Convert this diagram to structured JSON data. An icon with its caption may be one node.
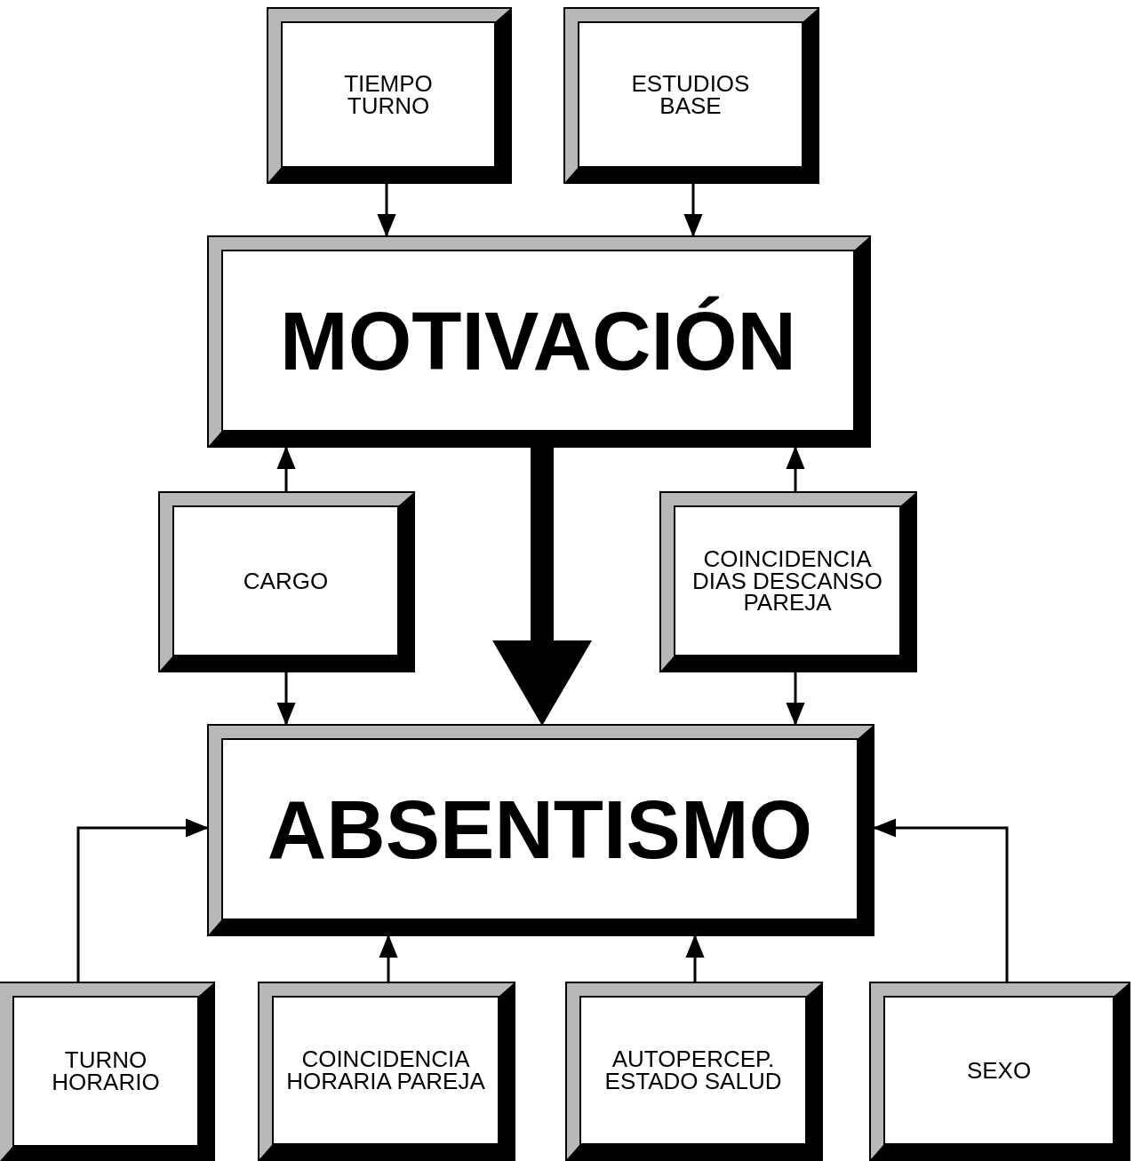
{
  "diagram": {
    "nodes": [
      {
        "text": [
          "TIEMPO TURNO"
        ]
      },
      {
        "text": [
          "ESTUDIOS BASE"
        ]
      },
      {
        "text": [
          "MOTIVACIÓN"
        ]
      },
      {
        "text": [
          "CARGO"
        ]
      },
      {
        "text": [
          "COINCIDENCIA DIAS DESCANSO PAREJA"
        ]
      },
      {
        "text": [
          "ABSENTISMO"
        ]
      },
      {
        "text": [
          "TURNO HORARIO"
        ]
      },
      {
        "text": [
          "COINCIDENCIA HORARIA PAREJA"
        ]
      },
      {
        "text": [
          "AUTOPERCEP. ESTADO SALUD"
        ]
      },
      {
        "text": [
          "SEXO"
        ]
      }
    ],
    "edges": [
      {
        "from": 0,
        "to": 2,
        "arrow": "to"
      },
      {
        "from": 1,
        "to": 2,
        "arrow": "to"
      },
      {
        "from": 3,
        "to": 2,
        "arrow": "to"
      },
      {
        "from": 4,
        "to": 2,
        "arrow": "to"
      },
      {
        "from": 2,
        "to": 5,
        "arrow": "to",
        "style": "thick"
      },
      {
        "from": 3,
        "to": 5,
        "arrow": "to"
      },
      {
        "from": 4,
        "to": 5,
        "arrow": "to"
      },
      {
        "from": 6,
        "to": 5,
        "arrow": "to"
      },
      {
        "from": 7,
        "to": 5,
        "arrow": "to"
      },
      {
        "from": 8,
        "to": 5,
        "arrow": "to"
      },
      {
        "from": 9,
        "to": 5,
        "arrow": "to"
      }
    ]
  }
}
